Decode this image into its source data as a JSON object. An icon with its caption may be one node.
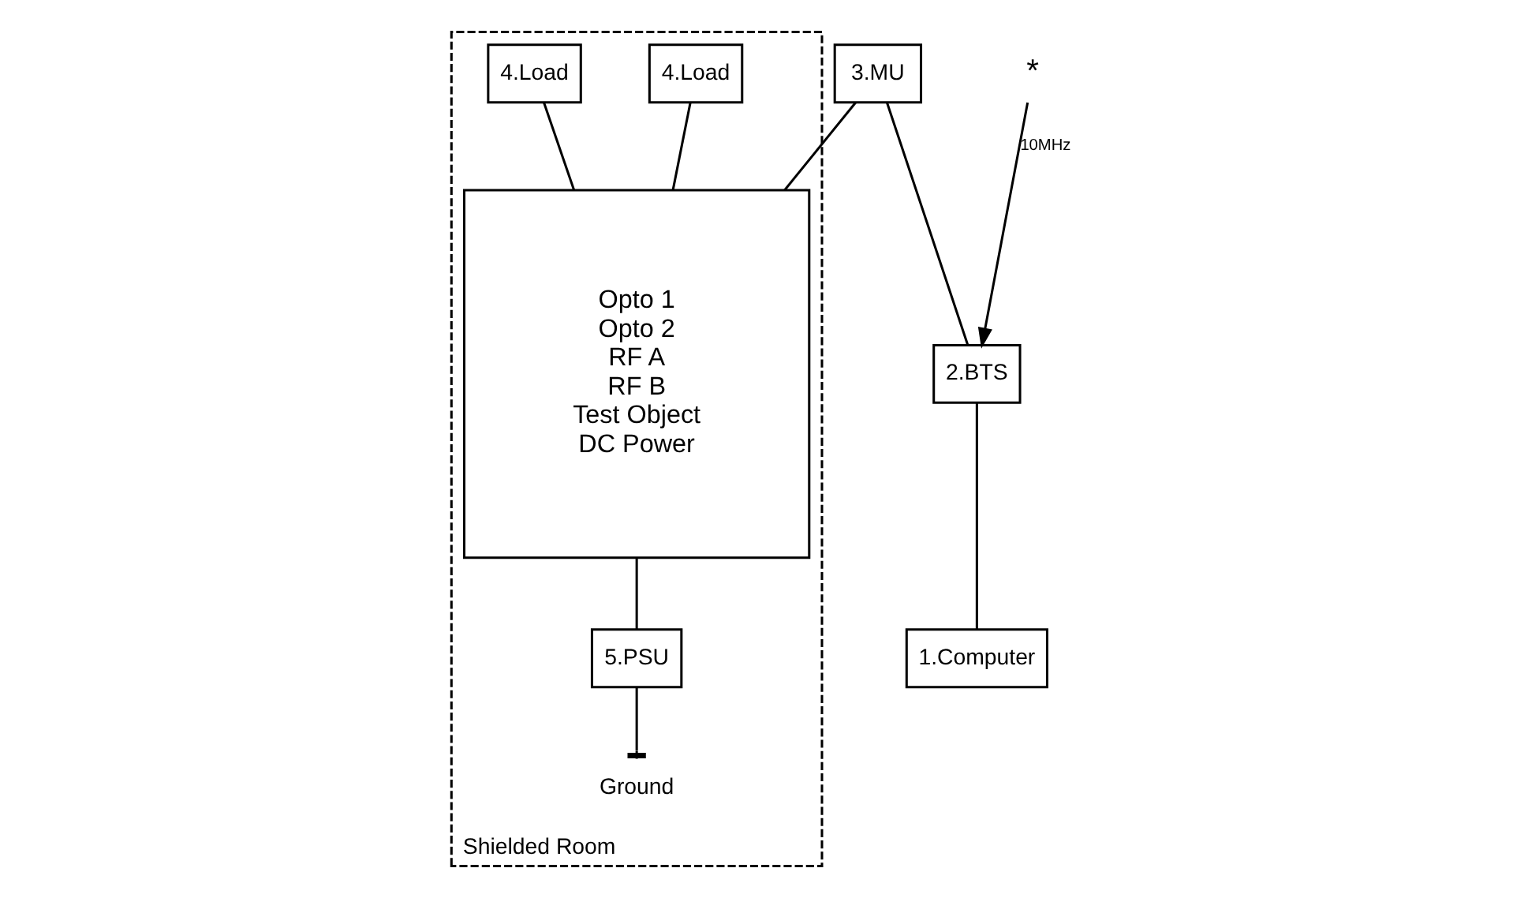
{
  "diagram": {
    "nodes": [
      {
        "text": [
          "Shielded Room"
        ]
      },
      {
        "text": [
          "4.Load"
        ],
        "in": 0
      },
      {
        "text": [
          "4.Load"
        ],
        "in": 0
      },
      {
        "text": [
          "Opto 1",
          "Opto 2",
          "RF A",
          "RF B",
          "Test Object",
          "DC Power"
        ],
        "in": 0
      },
      {
        "text": [
          "5.PSU"
        ],
        "in": 0
      },
      {
        "text": [
          "Ground"
        ],
        "in": 0
      },
      {
        "text": [
          "3.MU"
        ]
      },
      {
        "text": [
          "2.BTS"
        ]
      },
      {
        "text": [
          "1.Computer"
        ]
      },
      {
        "text": [
          "*"
        ]
      }
    ],
    "edges": [
      {
        "from": 1,
        "to": 3,
        "arrow": "none"
      },
      {
        "from": 2,
        "to": 3,
        "arrow": "none"
      },
      {
        "from": 6,
        "to": 3,
        "arrow": "none"
      },
      {
        "from": 6,
        "to": 7,
        "arrow": "none"
      },
      {
        "from": 7,
        "to": 8,
        "arrow": "none"
      },
      {
        "from": 3,
        "to": 4,
        "arrow": "none"
      },
      {
        "from": 4,
        "to": 5,
        "arrow": "other"
      },
      {
        "from": 9,
        "to": 7,
        "arrow": "to",
        "label": "10MHz"
      }
    ]
  }
}
